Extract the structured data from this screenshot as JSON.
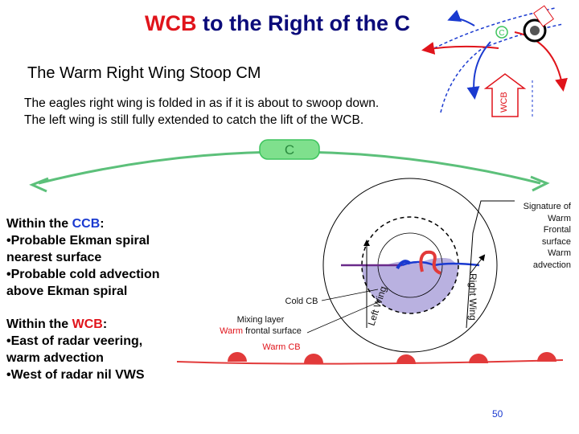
{
  "title": {
    "accent": "WCB",
    "rest": " to the Right of the C"
  },
  "subtitle": "The Warm Right Wing Stoop CM",
  "intro": [
    "The eagles right wing is folded in as if it is about to swoop down.",
    "The left wing is still fully extended to catch the lift of the WCB."
  ],
  "ccb_block": {
    "prefix": "Within the ",
    "term": "CCB",
    "suffix": ":",
    "lines": [
      "•Probable Ekman spiral",
      "nearest surface",
      "•Probable cold advection",
      "above Ekman spiral"
    ]
  },
  "wcb_block": {
    "prefix": "Within the ",
    "term": "WCB",
    "suffix": ":",
    "lines": [
      "•East of radar veering,",
      "warm advection",
      "•West of radar nil VWS"
    ]
  },
  "diagram": {
    "c_label": "C",
    "cold_cb": "Cold CB",
    "mixing_layer": "Mixing layer",
    "warm_word": "Warm",
    "frontal_surface": " frontal surface",
    "warm_cb": "Warm CB",
    "left_wing": "Left Wing",
    "right_wing": "Right Wing",
    "signature": [
      "Signature of",
      "Warm",
      "Frontal",
      "surface",
      "Warm",
      "advection"
    ]
  },
  "thumbnail": {
    "c_label": "C",
    "wcb_label": "WCB"
  },
  "page_number": "50",
  "colors": {
    "title": "#0b0b7a",
    "accent_red": "#e0141b",
    "c_green": "#3ec45e",
    "arc_green": "#5cc07a",
    "front_red": "#e23a3a",
    "cold_purple": "#b9b1e0",
    "blue": "#1a3ad0"
  }
}
